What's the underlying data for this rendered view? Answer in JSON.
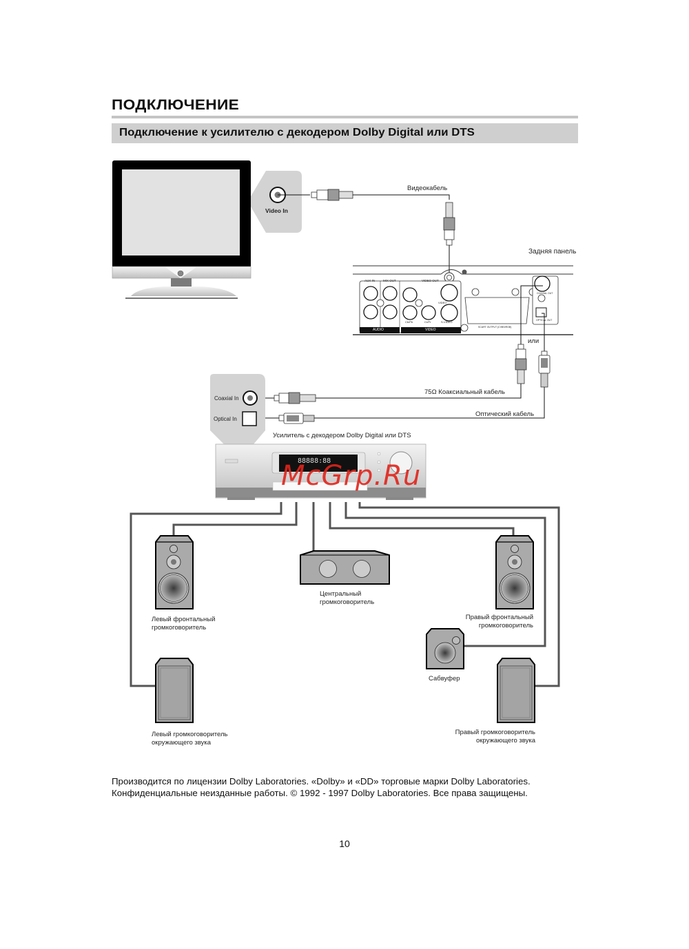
{
  "page": {
    "title": "ПОДКЛЮЧЕНИЕ",
    "section_title": "Подключение к усилителю с декодером Dolby Digital или DTS",
    "page_number": "10",
    "watermark": "McGrp.Ru"
  },
  "diagram": {
    "tv": {
      "input_label": "Video In"
    },
    "cables": {
      "video_cable": "Видеокабель",
      "coaxial_cable": "75Ω  Коаксиальный кабель",
      "optical_cable": "Оптический кабель",
      "or_label": "или"
    },
    "player_rear_panel": {
      "label": "Задняя панель",
      "jacks": {
        "aux_in": "AUX IN",
        "mix_out": "MIX OUT",
        "video_out": "VIDEO OUT",
        "l": "L",
        "r": "R",
        "y": "Y",
        "cb_pb": "Cb/Pb",
        "cr_pr": "Cr/Pr",
        "video": "VIDEO",
        "s_video": "S-VIDEO",
        "audio_group": "AUDIO",
        "video_group": "VIDEO",
        "scart": "SCART OUTPUT (CVBS/RGB)",
        "coaxial_out": "COAXIAL OUT",
        "optical_out": "OPTICAL OUT"
      }
    },
    "amplifier": {
      "label": "Усилитель с декодером Dolby Digital или DTS",
      "coaxial_in": "Coaxial In",
      "optical_in": "Optical In",
      "display_text": "88888:88"
    },
    "speakers": {
      "front_left": [
        "Левый фронтальный",
        "громкоговоритель"
      ],
      "center": [
        "Центральный",
        "громкоговоритель"
      ],
      "front_right": [
        "Правый фронтальный",
        "громкоговоритель"
      ],
      "subwoofer": "Сабвуфер",
      "surround_left": [
        "Левый громкоговоритель",
        "окружающего звука"
      ],
      "surround_right": [
        "Правый громкоговоритель",
        "окружающего звука"
      ]
    }
  },
  "footer": {
    "line1": "Производится по лицензии Dolby Laboratories. «Dolby» и «DD» торговые марки Dolby Laboratories.",
    "line2": "Конфиденциальные неизданные работы. © 1992 - 1997 Dolby Laboratories. Все права защищены."
  }
}
